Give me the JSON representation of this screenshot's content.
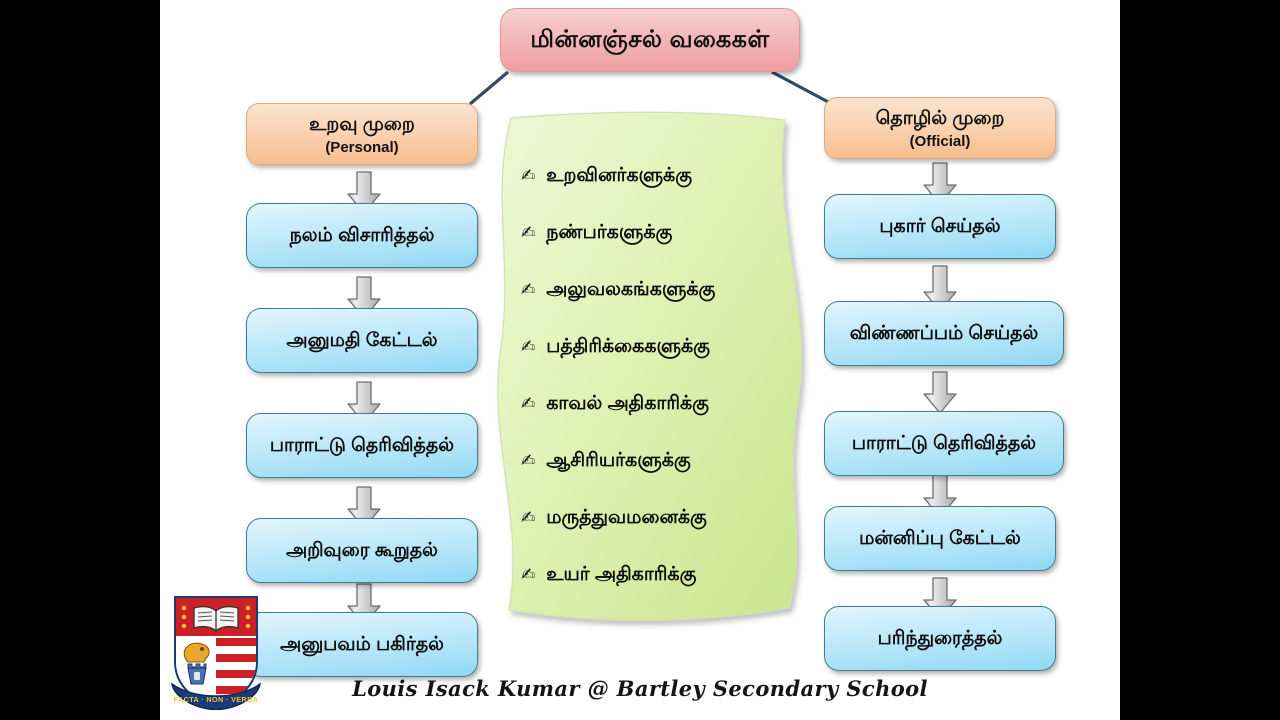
{
  "slide": {
    "title": "மின்னஞ்சல் வகைகள்",
    "footer_credit": "Louis Isack Kumar @ Bartley Secondary School"
  },
  "colors": {
    "title_box": "#f3bcbd",
    "branch_box": "#f7bd8c",
    "step_box": "#abe2f7",
    "green_panel": "#d5eb9e",
    "connector_line": "#2e4a66",
    "arrow_fill": "#c9c9c9",
    "letterbox": "#000000",
    "canvas": "#ffffff"
  },
  "branches": [
    {
      "id": "personal",
      "header": {
        "label": "உறவு முறை",
        "sublabel": "(Personal)"
      },
      "steps": [
        "நலம் விசாரித்தல்",
        "அனுமதி கேட்டல்",
        "பாராட்டு தெரிவித்தல்",
        "அறிவுரை கூறுதல்",
        "அனுபவம் பகிர்தல்"
      ]
    },
    {
      "id": "official",
      "header": {
        "label": "தொழில் முறை",
        "sublabel": "(Official)"
      },
      "steps": [
        "புகார் செய்தல்",
        "விண்ணப்பம் செய்தல்",
        "பாராட்டு தெரிவித்தல்",
        "மன்னிப்பு கேட்டல்",
        "பரிந்துரைத்தல்"
      ]
    }
  ],
  "recipients": {
    "bullet_icon": "✍",
    "items": [
      "உறவினர்களுக்கு",
      "நண்பர்களுக்கு",
      "அலுவலகங்களுக்கு",
      "பத்திரிக்கைகளுக்கு",
      "காவல் அதிகாரிக்கு",
      "ஆசிரியர்களுக்கு",
      "மருத்துவமனைக்கு",
      "உயர் அதிகாரிக்கு"
    ]
  },
  "crest": {
    "motto": "FACTA · NON · VERBA"
  }
}
